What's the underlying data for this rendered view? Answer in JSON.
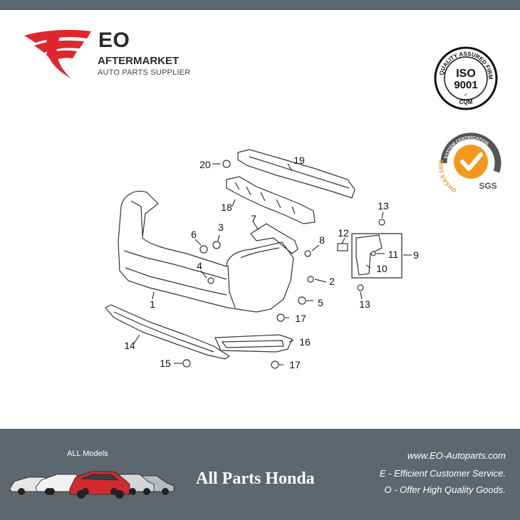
{
  "header": {
    "brand_title": "EO",
    "brand_line1": "AFTERMARKET",
    "brand_line2": "AUTO PARTS SUPPLIER"
  },
  "badges": {
    "iso_ring_text": "QUALITY ASSURED FIRM",
    "iso_main": "ISO",
    "iso_number": "9001",
    "iso_sub": "CQM",
    "ohsas_ring_top": "SYSTEM CERTIFICATION",
    "ohsas_ring_left": "OHSAS 18001",
    "ohsas_mark": "SGS"
  },
  "diagram": {
    "callouts": [
      "1",
      "2",
      "3",
      "4",
      "5",
      "6",
      "7",
      "8",
      "9",
      "10",
      "11",
      "12",
      "13",
      "13",
      "14",
      "15",
      "16",
      "17",
      "17",
      "18",
      "19",
      "20"
    ]
  },
  "footer": {
    "models_label": "ALL Models",
    "brand_text": "All Parts Honda",
    "website": "www.EO-Autoparts.com",
    "line1": "E - Efficient Customer Service.",
    "line2": "O - Offer High Quality Goods."
  },
  "colors": {
    "brand_red": "#e0262d",
    "footer_bg": "#5c6770",
    "topbar_bg": "#5a6670",
    "ohsas_orange": "#f39a1e"
  }
}
